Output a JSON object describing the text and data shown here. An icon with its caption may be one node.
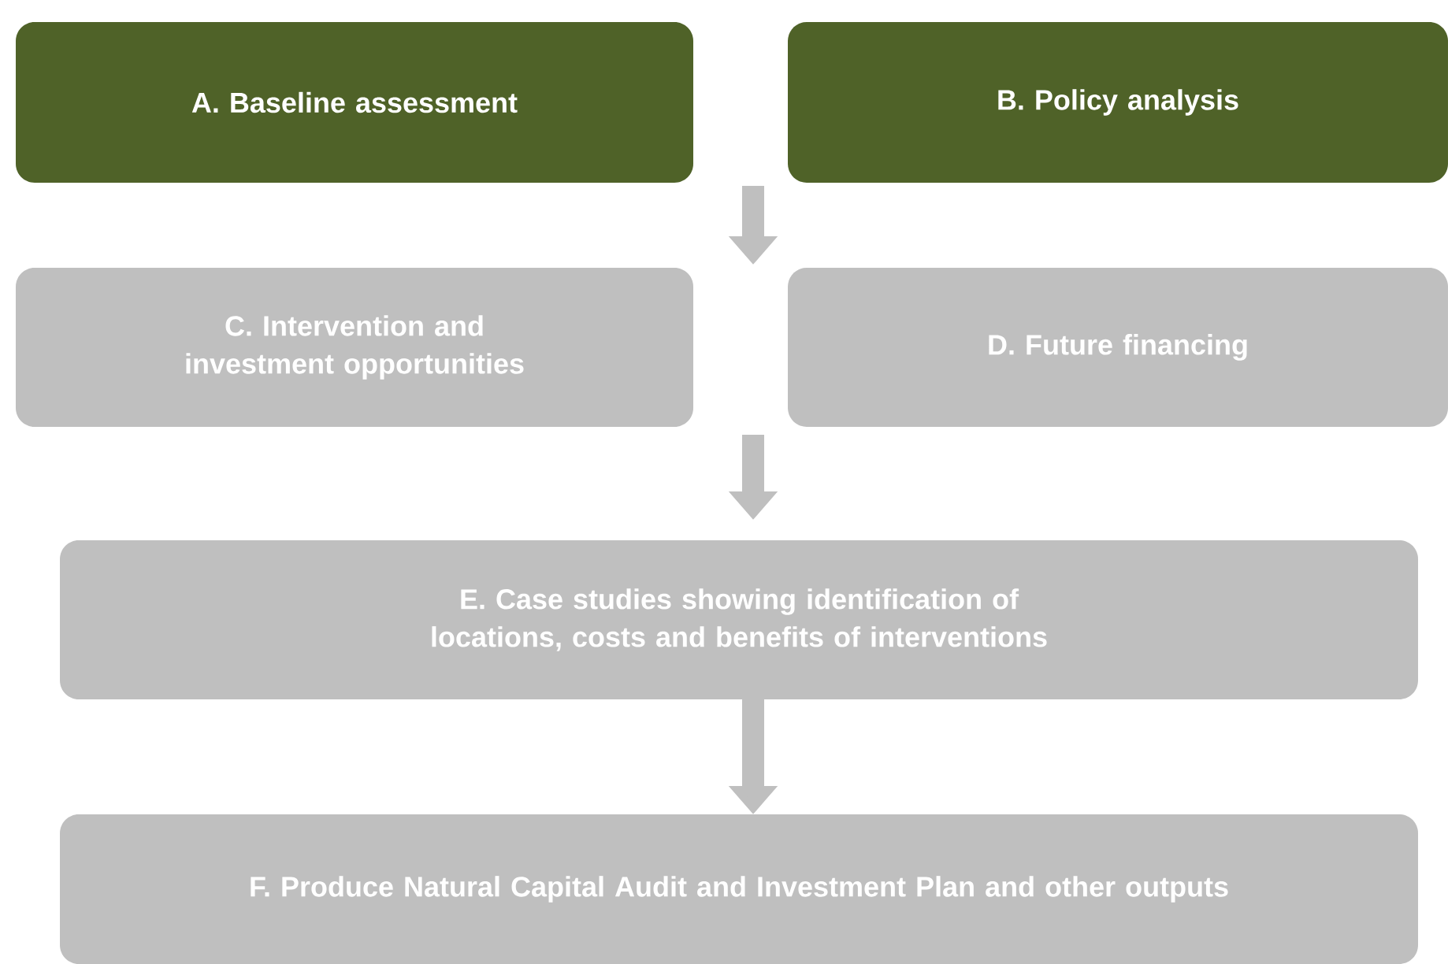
{
  "diagram": {
    "nodes": [
      {
        "text": [
          "A. Baseline assessment"
        ]
      },
      {
        "text": [
          "B. Policy analysis"
        ]
      },
      {
        "text": [
          "C. Intervention and investment opportunities"
        ]
      },
      {
        "text": [
          "D. Future financing"
        ]
      },
      {
        "text": [
          "E. Case studies showing identification of locations, costs and benefits of interventions"
        ]
      },
      {
        "text": [
          "F. Produce Natural Capital Audit and Investment Plan and other outputs"
        ]
      }
    ],
    "edges": [
      {
        "from": 4,
        "to": 5,
        "arrow": "to"
      }
    ]
  }
}
